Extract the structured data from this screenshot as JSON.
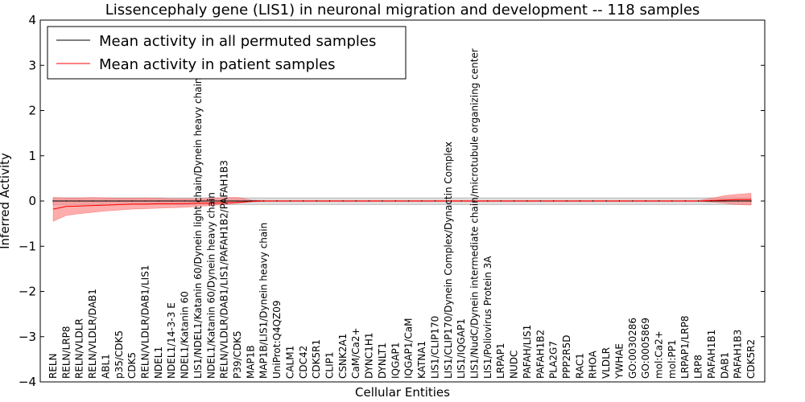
{
  "chart_data": {
    "type": "line",
    "title": "Lissencephaly gene (LIS1) in neuronal migration and development -- 118 samples",
    "xlabel": "Cellular Entities",
    "ylabel": "Inferred Activity",
    "ylim": [
      -4,
      4
    ],
    "yticks": [
      -4,
      -3,
      -2,
      -1,
      0,
      1,
      2,
      3,
      4
    ],
    "ytick_labels": [
      "−4",
      "−3",
      "−2",
      "−1",
      "0",
      "1",
      "2",
      "3",
      "4"
    ],
    "grid": false,
    "legend_position": "top-left",
    "colors": {
      "permuted": "#000000",
      "patient": "#ff0000",
      "permuted_band": "#c8c8c8",
      "patient_band": "#ff8080"
    },
    "categories": [
      "RELN",
      "RELN/LRP8",
      "RELN/VLDLR",
      "RELN/VLDLR/DAB1",
      "ABL1",
      "p35/CDK5",
      "CDK5",
      "RELN/VLDLR/DAB1/LIS1",
      "NDEL1",
      "NDEL1/14-3-3 E",
      "NDEL1/Katanin 60",
      "LIS1/NDEL1/Katanin 60/Dynein light chain/Dynein heavy chain",
      "NDEL1/Katanin 60/Dynein heavy chain",
      "RELN/VLDLR/DAB1/LIS1/PAFAH1B2/PAFAH1B3",
      "P39/CDK5",
      "MAP1B",
      "MAP1B/LIS1/Dynein heavy chain",
      "UniProt:Q4QZ09",
      "CALM1",
      "CDC42",
      "CDK5R1",
      "CLIP1",
      "CSNK2A1",
      "CaM/Ca2+",
      "DYNC1H1",
      "DYNLT1",
      "IQGAP1",
      "IQGAP1/CaM",
      "KATNA1",
      "LIS1/CLIP170",
      "LIS1/CLIP170/Dynein Complex/Dynactin Complex",
      "LIS1/IQGAP1",
      "LIS1/NudC/Dynein intermediate chain/microtubule organizing center",
      "LIS1/Poliovirus Protein 3A",
      "LRPAP1",
      "NUDC",
      "PAFAH/LIS1",
      "PAFAH1B2",
      "PLA2G7",
      "PPP2R5D",
      "RAC1",
      "RHOA",
      "VLDLR",
      "YWHAE",
      "GO:0030286",
      "GO:0005869",
      "mol:Ca2+",
      "mol:PP1",
      "LRPAP1/LRP8",
      "LRP8",
      "PAFAH1B1",
      "DAB1",
      "PAFAH1B3",
      "CDK5R2"
    ],
    "series": [
      {
        "name": "Mean activity in all permuted samples",
        "values": [
          0,
          0,
          0,
          0,
          0,
          0,
          0,
          0,
          0,
          0,
          0,
          0,
          0,
          0,
          0,
          0,
          0,
          0,
          0,
          0,
          0,
          0,
          0,
          0,
          0,
          0,
          0,
          0,
          0,
          0,
          0,
          0,
          0,
          0,
          0,
          0,
          0,
          0,
          0,
          0,
          0,
          0,
          0,
          0,
          0,
          0,
          0,
          0,
          0,
          0,
          0,
          0,
          0,
          0
        ],
        "band_low": [
          -0.08,
          -0.08,
          -0.08,
          -0.08,
          -0.08,
          -0.08,
          -0.08,
          -0.08,
          -0.08,
          -0.08,
          -0.08,
          -0.08,
          -0.08,
          -0.08,
          -0.08,
          -0.08,
          -0.08,
          -0.08,
          -0.08,
          -0.08,
          -0.08,
          -0.08,
          -0.08,
          -0.08,
          -0.08,
          -0.08,
          -0.08,
          -0.08,
          -0.08,
          -0.08,
          -0.08,
          -0.08,
          -0.08,
          -0.08,
          -0.08,
          -0.08,
          -0.08,
          -0.08,
          -0.08,
          -0.08,
          -0.08,
          -0.08,
          -0.08,
          -0.08,
          -0.08,
          -0.08,
          -0.08,
          -0.08,
          -0.08,
          -0.08,
          -0.08,
          -0.08,
          -0.08,
          -0.08
        ],
        "band_high": [
          0.07,
          0.07,
          0.07,
          0.07,
          0.07,
          0.07,
          0.07,
          0.07,
          0.07,
          0.07,
          0.07,
          0.07,
          0.07,
          0.07,
          0.07,
          0.07,
          0.07,
          0.07,
          0.07,
          0.07,
          0.07,
          0.07,
          0.07,
          0.07,
          0.07,
          0.07,
          0.07,
          0.07,
          0.07,
          0.07,
          0.07,
          0.07,
          0.07,
          0.07,
          0.07,
          0.07,
          0.07,
          0.07,
          0.07,
          0.07,
          0.07,
          0.07,
          0.07,
          0.07,
          0.07,
          0.07,
          0.07,
          0.07,
          0.07,
          0.07,
          0.07,
          0.07,
          0.07,
          0.07
        ]
      },
      {
        "name": "Mean activity in patient samples",
        "values": [
          -0.18,
          -0.12,
          -0.11,
          -0.1,
          -0.09,
          -0.08,
          -0.07,
          -0.07,
          -0.06,
          -0.06,
          -0.06,
          -0.05,
          -0.05,
          -0.04,
          -0.03,
          -0.01,
          0,
          0,
          0,
          0,
          0,
          0,
          0,
          0,
          0,
          0,
          0,
          0,
          0,
          0,
          0,
          0,
          0,
          0,
          0,
          0,
          0,
          0,
          0,
          0,
          0,
          0,
          0,
          0,
          0,
          0,
          0,
          0,
          0,
          0,
          0.01,
          0.02,
          0.03,
          0.03
        ],
        "band_low": [
          -0.45,
          -0.32,
          -0.28,
          -0.25,
          -0.22,
          -0.2,
          -0.18,
          -0.17,
          -0.16,
          -0.15,
          -0.14,
          -0.12,
          -0.1,
          -0.08,
          -0.05,
          -0.02,
          -0.01,
          -0.01,
          -0.01,
          -0.01,
          -0.01,
          -0.01,
          -0.01,
          -0.01,
          -0.01,
          -0.01,
          -0.01,
          -0.01,
          -0.01,
          -0.01,
          -0.01,
          -0.01,
          -0.01,
          -0.01,
          -0.01,
          -0.01,
          -0.01,
          -0.01,
          -0.01,
          -0.01,
          -0.01,
          -0.01,
          -0.01,
          -0.01,
          -0.01,
          -0.01,
          -0.01,
          -0.01,
          -0.01,
          -0.01,
          -0.02,
          -0.05,
          -0.08,
          -0.09
        ],
        "band_high": [
          0.08,
          0.07,
          0.07,
          0.08,
          0.07,
          0.06,
          0.06,
          0.07,
          0.06,
          0.05,
          0.05,
          0.05,
          0.06,
          0.08,
          0.08,
          0.02,
          0.01,
          0.01,
          0.01,
          0.01,
          0.01,
          0.01,
          0.01,
          0.01,
          0.01,
          0.01,
          0.01,
          0.01,
          0.01,
          0.01,
          0.01,
          0.01,
          0.01,
          0.01,
          0.01,
          0.01,
          0.01,
          0.01,
          0.01,
          0.01,
          0.01,
          0.01,
          0.01,
          0.01,
          0.01,
          0.01,
          0.01,
          0.01,
          0.01,
          0.01,
          0.06,
          0.12,
          0.15,
          0.17
        ]
      }
    ]
  }
}
